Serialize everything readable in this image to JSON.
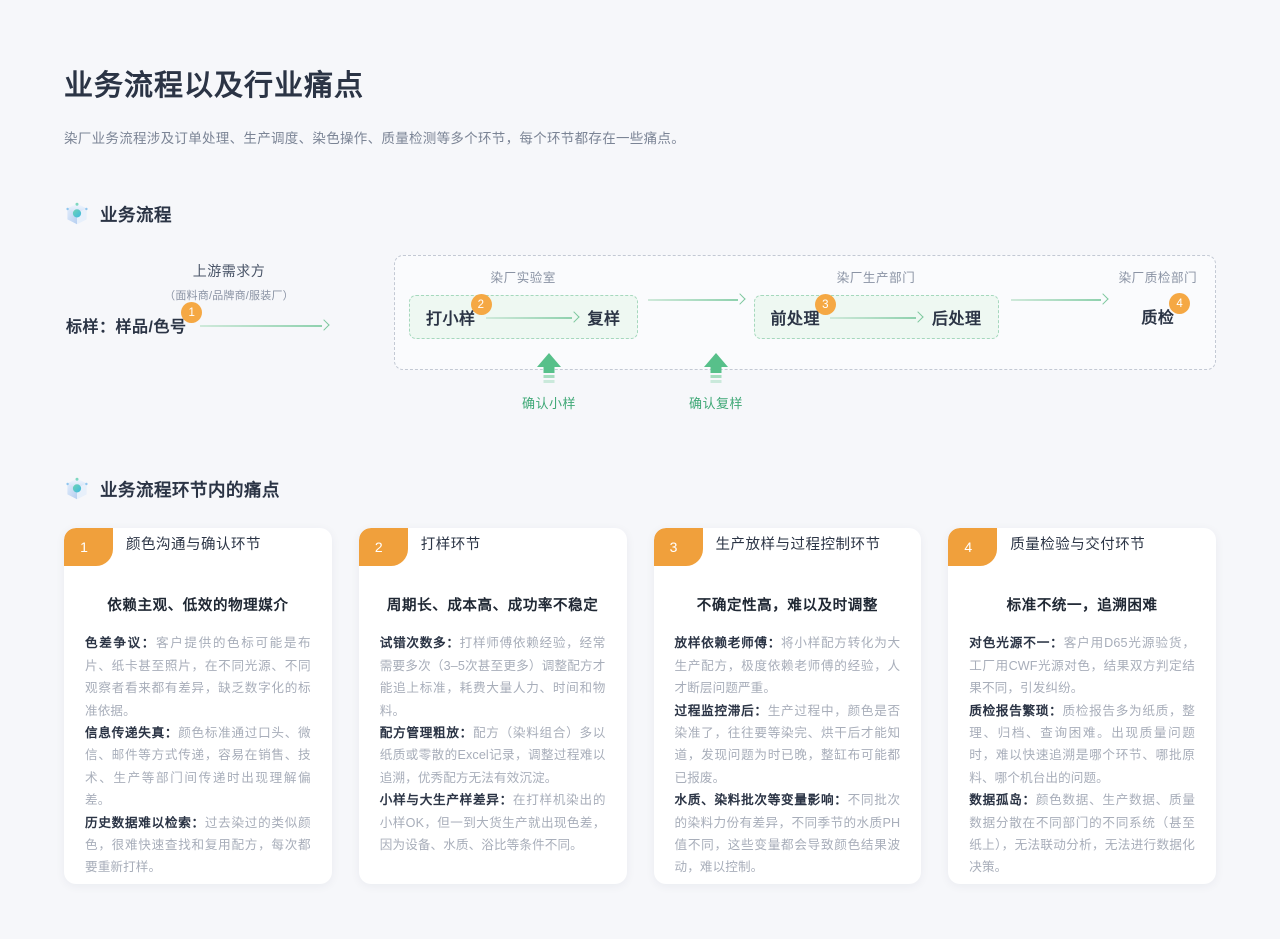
{
  "header": {
    "title": "业务流程以及行业痛点",
    "subtitle": "染厂业务流程涉及订单处理、生产调度、染色操作、质量检测等多个环节，每个环节都存在一些痛点。"
  },
  "sections": {
    "flow": {
      "icon": "cube-icon",
      "title": "业务流程"
    },
    "pain": {
      "icon": "cube-icon",
      "title": "业务流程环节内的痛点"
    }
  },
  "flow": {
    "upstream": {
      "title": "上游需求方",
      "sub": "（面料商/品牌商/服装厂）",
      "node": "标样：样品/色号",
      "badge": "1"
    },
    "lab": {
      "dept": "染厂实验室",
      "node1": "打小样",
      "node2": "复样",
      "badge": "2"
    },
    "production": {
      "dept": "染厂生产部门",
      "node1": "前处理",
      "node2": "后处理",
      "badge": "3"
    },
    "qc": {
      "dept": "染厂质检部门",
      "node1": "质检",
      "badge": "4"
    },
    "confirms": [
      {
        "label": "确认小样"
      },
      {
        "label": "确认复样"
      }
    ]
  },
  "colors": {
    "accent_orange": "#f0a03c",
    "badge_orange": "#f5a844",
    "green": "#3fa876",
    "mint_bg": "#eef8f2",
    "mint_border": "#a5d8bd",
    "page_bg": "#f6f7fa",
    "title": "#2b3445",
    "muted": "#a8aeba"
  },
  "cards": [
    {
      "number": "1",
      "title": "颜色沟通与确认环节",
      "subtitle": "依赖主观、低效的物理媒介",
      "points": [
        {
          "term": "色差争议：",
          "text": "客户提供的色标可能是布片、纸卡甚至照片，在不同光源、不同观察者看来都有差异，缺乏数字化的标准依据。"
        },
        {
          "term": "信息传递失真：",
          "text": "颜色标准通过口头、微信、邮件等方式传递，容易在销售、技术、生产等部门间传递时出现理解偏差。"
        },
        {
          "term": "历史数据难以检索：",
          "text": "过去染过的类似颜色，很难快速查找和复用配方，每次都要重新打样。"
        }
      ]
    },
    {
      "number": "2",
      "title": "打样环节",
      "subtitle": "周期长、成本高、成功率不稳定",
      "points": [
        {
          "term": "试错次数多：",
          "text": "打样师傅依赖经验，经常需要多次（3–5次甚至更多）调整配方才能追上标准，耗费大量人力、时间和物料。"
        },
        {
          "term": "配方管理粗放：",
          "text": "配方（染料组合）多以纸质或零散的Excel记录，调整过程难以追溯，优秀配方无法有效沉淀。"
        },
        {
          "term": "小样与大生产样差异：",
          "text": "在打样机染出的小样OK，但一到大货生产就出现色差，因为设备、水质、浴比等条件不同。"
        }
      ]
    },
    {
      "number": "3",
      "title": "生产放样与过程控制环节",
      "subtitle": "不确定性高，难以及时调整",
      "points": [
        {
          "term": "放样依赖老师傅：",
          "text": "将小样配方转化为大生产配方，极度依赖老师傅的经验，人才断层问题严重。"
        },
        {
          "term": "过程监控滞后：",
          "text": "生产过程中，颜色是否染准了，往往要等染完、烘干后才能知道，发现问题为时已晚，整缸布可能都已报废。"
        },
        {
          "term": "水质、染料批次等变量影响：",
          "text": "不同批次的染料力份有差异，不同季节的水质PH值不同，这些变量都会导致颜色结果波动，难以控制。"
        }
      ]
    },
    {
      "number": "4",
      "title": "质量检验与交付环节",
      "subtitle": "标准不统一，追溯困难",
      "points": [
        {
          "term": "对色光源不一：",
          "text": "客户用D65光源验货，工厂用CWF光源对色，结果双方判定结果不同，引发纠纷。"
        },
        {
          "term": "质检报告繁琐：",
          "text": "质检报告多为纸质，整理、归档、查询困难。出现质量问题时，难以快速追溯是哪个环节、哪批原料、哪个机台出的问题。"
        },
        {
          "term": "数据孤岛：",
          "text": "颜色数据、生产数据、质量数据分散在不同部门的不同系统（甚至纸上），无法联动分析，无法进行数据化决策。"
        }
      ]
    }
  ]
}
